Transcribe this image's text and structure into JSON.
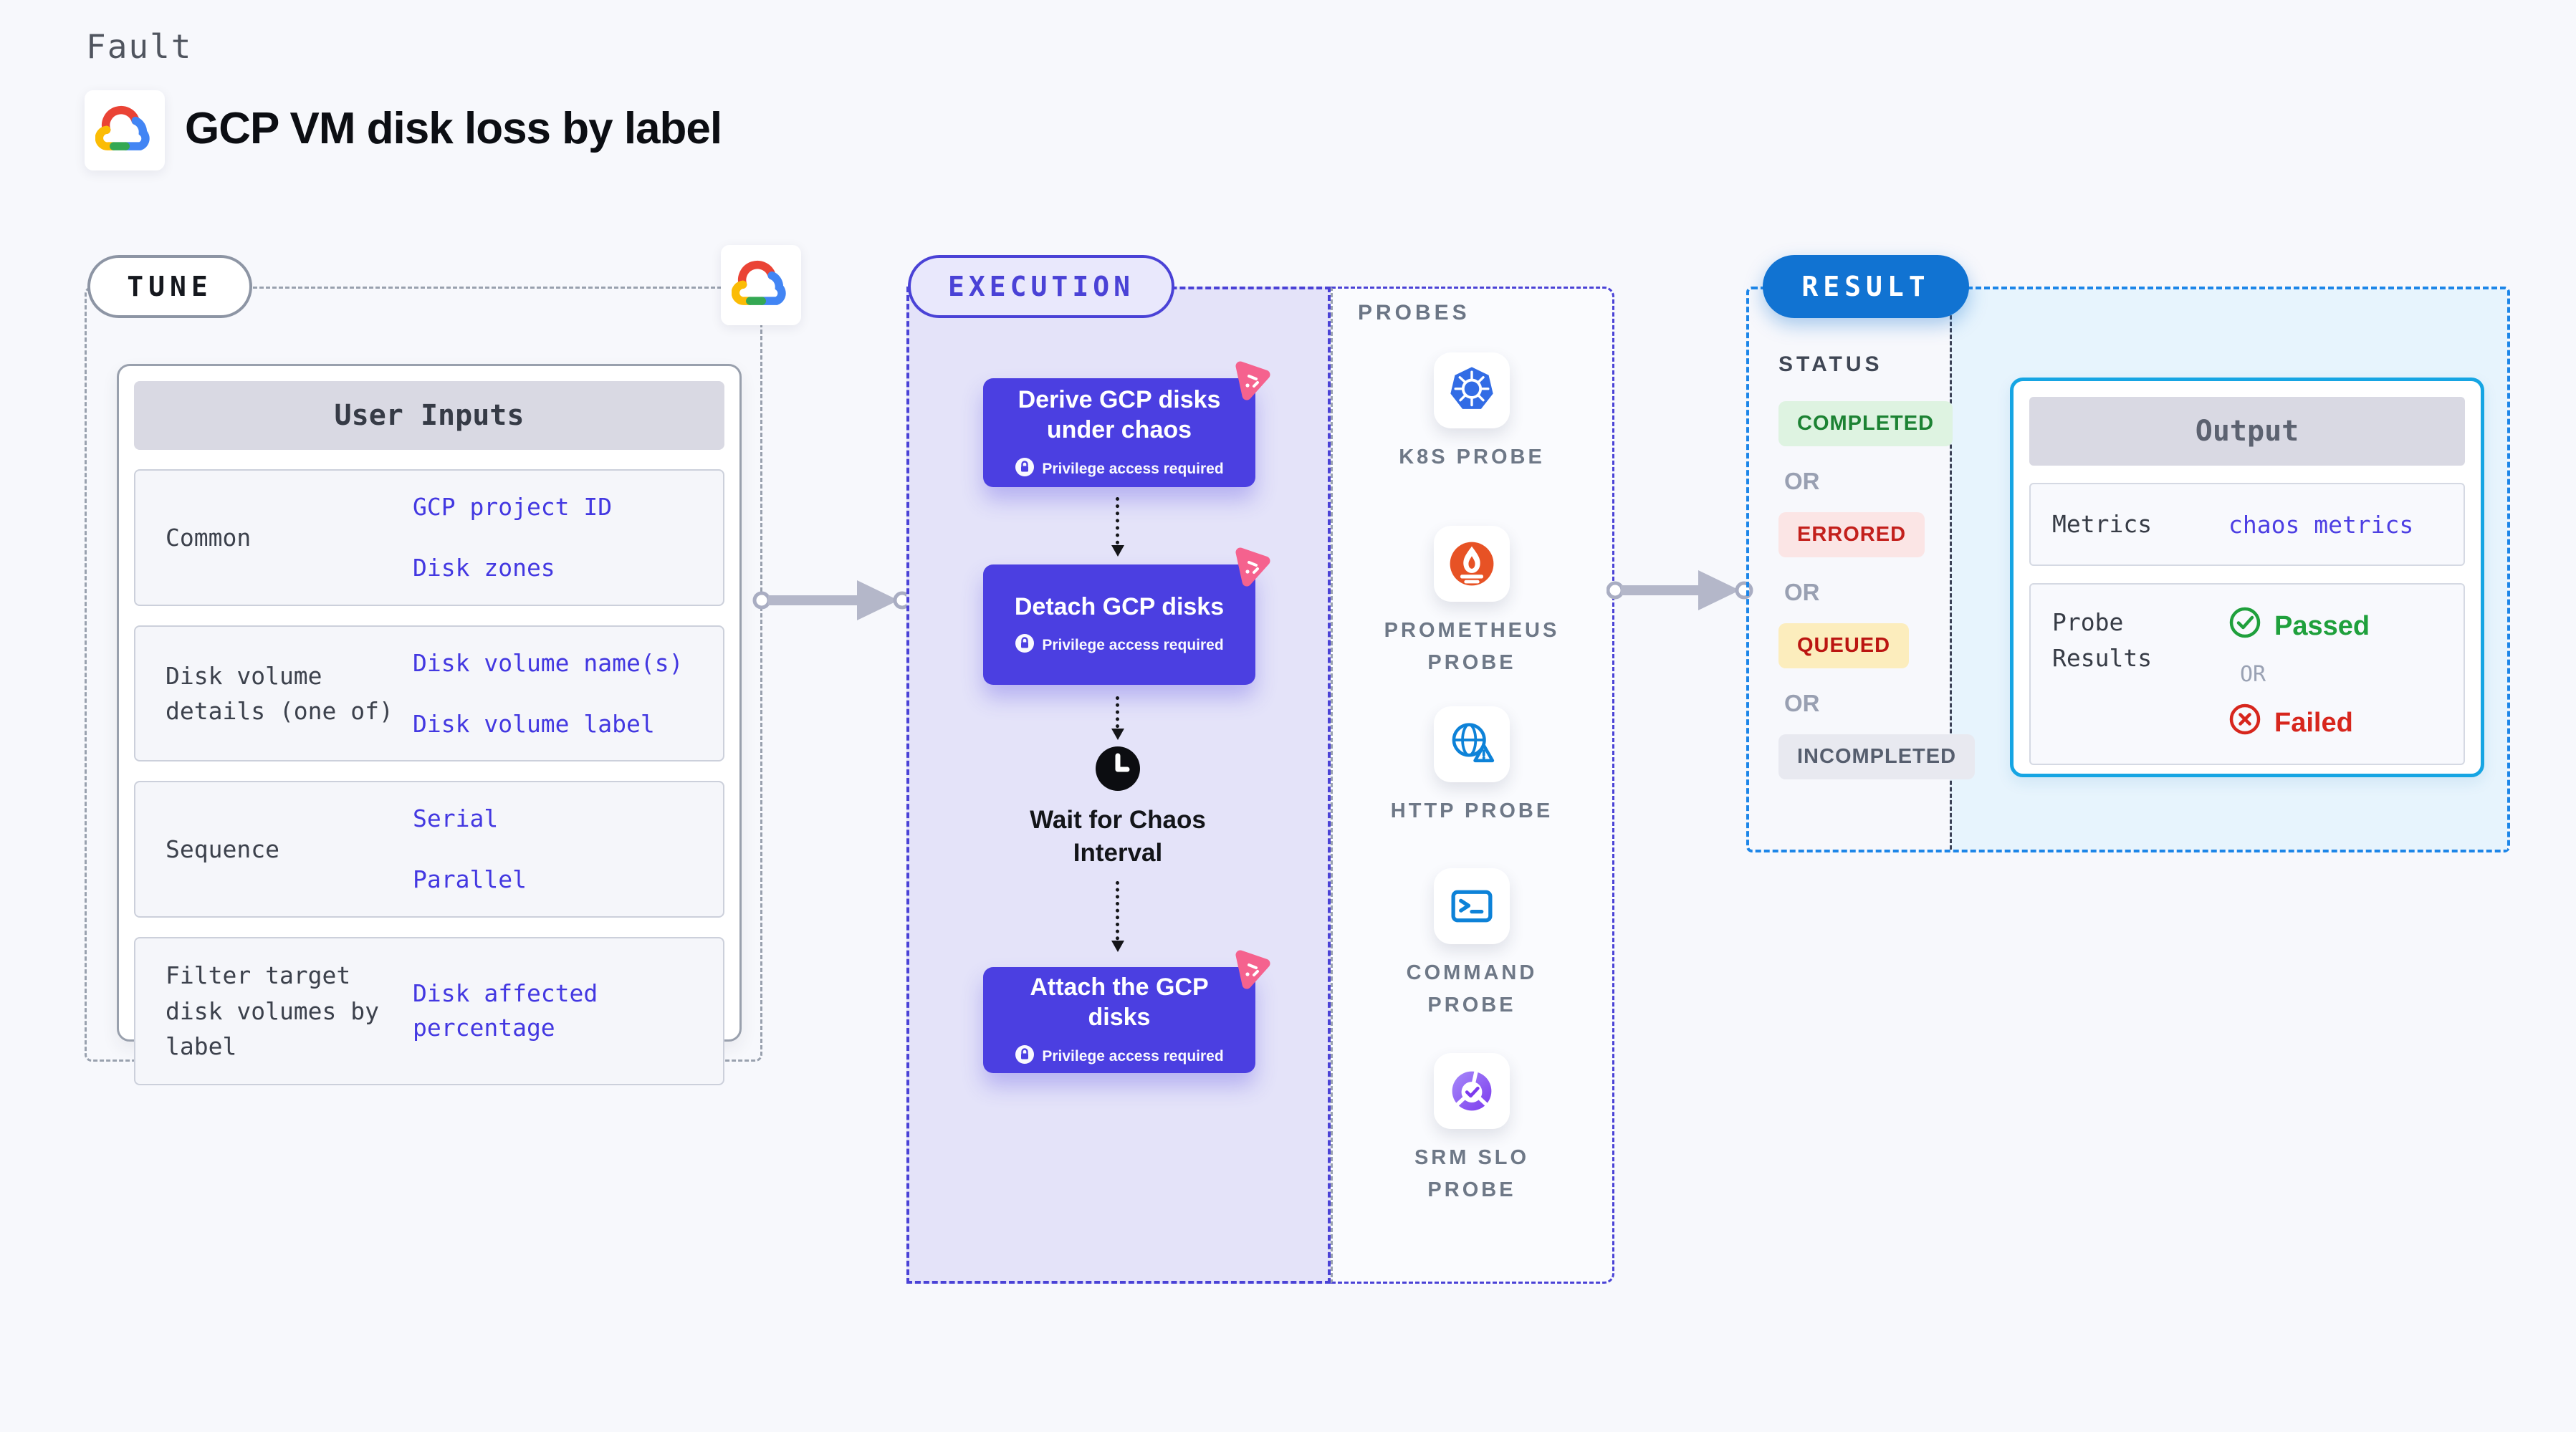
{
  "page": {
    "kicker": "Fault",
    "title": "GCP VM disk loss by label"
  },
  "tune": {
    "badge": "TUNE",
    "card_title": "User Inputs",
    "rows": [
      {
        "label": "Common",
        "links": [
          "GCP project ID",
          "Disk zones"
        ]
      },
      {
        "label": "Disk volume details (one of)",
        "links": [
          "Disk volume name(s)",
          "Disk volume label"
        ]
      },
      {
        "label": "Sequence",
        "links": [
          "Serial",
          "Parallel"
        ]
      },
      {
        "label": "Filter target disk volumes by label",
        "links": [
          "Disk affected percentage"
        ]
      }
    ]
  },
  "execution": {
    "badge": "EXECUTION",
    "steps": [
      {
        "title": "Derive GCP disks under chaos",
        "note": "Privilege access required"
      },
      {
        "title": "Detach GCP disks",
        "note": "Privilege access required"
      },
      {
        "title": "Attach the GCP disks",
        "note": "Privilege access required"
      }
    ],
    "wait_label": "Wait for Chaos Interval"
  },
  "probes": {
    "title": "PROBES",
    "items": [
      {
        "label": "K8S PROBE",
        "icon": "kubernetes-icon"
      },
      {
        "label": "PROMETHEUS PROBE",
        "icon": "prometheus-icon"
      },
      {
        "label": "HTTP PROBE",
        "icon": "globe-alert-icon"
      },
      {
        "label": "COMMAND PROBE",
        "icon": "terminal-icon"
      },
      {
        "label": "SRM SLO PROBE",
        "icon": "slo-check-icon"
      }
    ]
  },
  "result": {
    "badge": "RESULT",
    "status_title": "STATUS",
    "or_label": "OR",
    "statuses": [
      {
        "label": "COMPLETED",
        "color": "#1c8233",
        "bg": "#def3e1"
      },
      {
        "label": "ERRORED",
        "color": "#c3201c",
        "bg": "#fbe5e5"
      },
      {
        "label": "QUEUED",
        "color": "#bb1511",
        "bg": "#fcedbd"
      },
      {
        "label": "INCOMPLETED",
        "color": "#565e6e",
        "bg": "#e8e9f0"
      }
    ],
    "output": {
      "title": "Output",
      "metrics_label": "Metrics",
      "metrics_link": "chaos metrics",
      "probe_results_label": "Probe Results",
      "passed": "Passed",
      "failed": "Failed"
    }
  },
  "colors": {
    "accent_indigo": "#4b3fe1",
    "execution_bg": "#e4e3f9",
    "result_blue": "#1173d2",
    "result_border": "#1d86e8",
    "output_border": "#16a5e3",
    "link_blue": "#4338e1",
    "arrow_grey": "#b4b7c9",
    "chaos_pink": "#f5628e"
  }
}
